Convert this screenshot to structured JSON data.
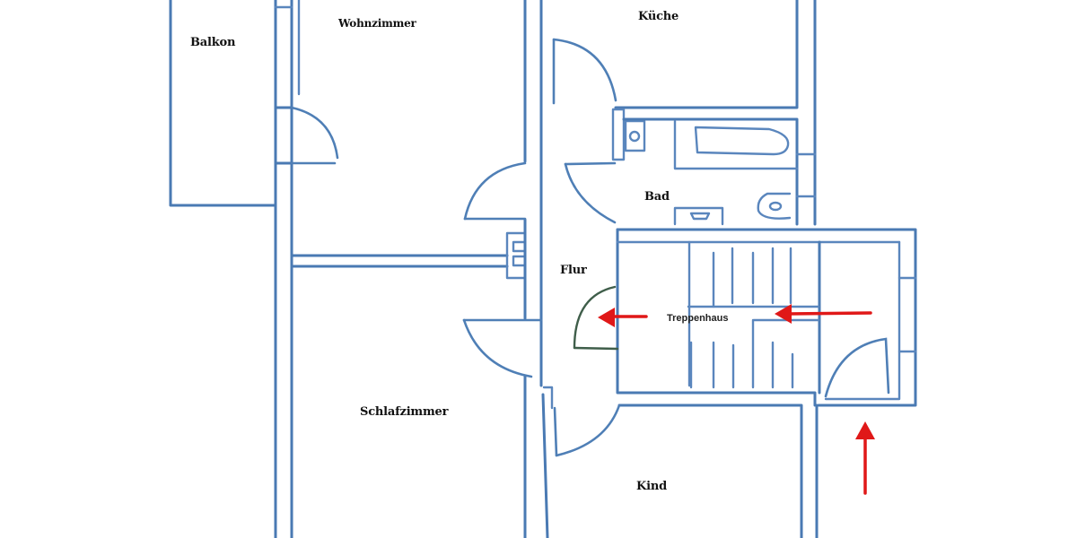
{
  "floor_plan": {
    "colors": {
      "wall": "#4a7ab3",
      "arrow": "#e01818",
      "background": "#ffffff",
      "label": "#111111"
    },
    "rooms": [
      {
        "id": "balkon",
        "label": "Balkon"
      },
      {
        "id": "wohnzimmer",
        "label": "Wohnzimmer"
      },
      {
        "id": "kueche",
        "label": "Küche"
      },
      {
        "id": "bad",
        "label": "Bad"
      },
      {
        "id": "flur",
        "label": "Flur"
      },
      {
        "id": "treppenhaus",
        "label": "Treppenhaus"
      },
      {
        "id": "schlafzimmer",
        "label": "Schlafzimmer"
      },
      {
        "id": "kind",
        "label": "Kind"
      }
    ],
    "arrows": [
      {
        "id": "arrow-into-flur",
        "direction": "left"
      },
      {
        "id": "arrow-treppenhaus",
        "direction": "left"
      },
      {
        "id": "arrow-entrance",
        "direction": "up"
      }
    ]
  }
}
